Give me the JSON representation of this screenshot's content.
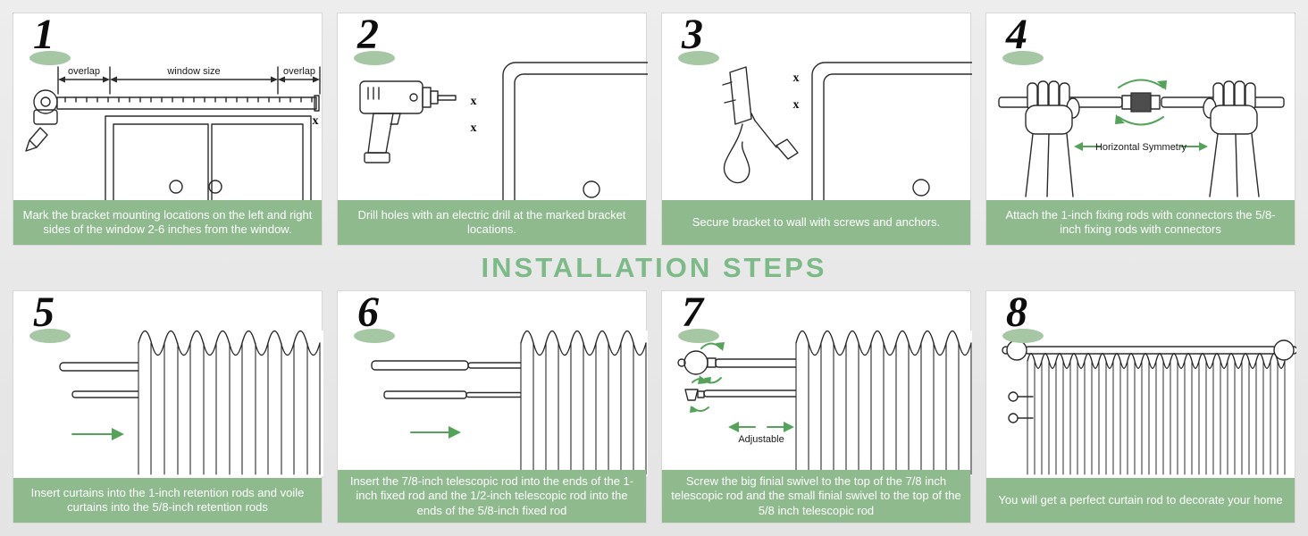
{
  "title": "INSTALLATION STEPS",
  "colors": {
    "caption_bar": "#8eba8e",
    "title_green": "#7cbb87",
    "accent_green": "#55a25a",
    "number_ellipse": "#a5c7a3",
    "background": "#e9e9e9"
  },
  "steps": [
    {
      "number": "1",
      "caption": "Mark the bracket mounting locations on the left and right sides of the window 2-6 inches from the window.",
      "labels": {
        "overlap_left": "overlap",
        "window_size": "window size",
        "overlap_right": "overlap",
        "mark": "x"
      }
    },
    {
      "number": "2",
      "caption": "Drill holes with an electric drill at the marked bracket locations.",
      "labels": {
        "x_top": "x",
        "x_bottom": "x"
      }
    },
    {
      "number": "3",
      "caption": "Secure bracket to wall with screws and anchors.",
      "labels": {
        "x_top": "x",
        "x_bottom": "x"
      }
    },
    {
      "number": "4",
      "caption": "Attach the 1-inch fixing rods with connectors the 5/8-inch fixing rods with connectors",
      "labels": {
        "symmetry": "Horizontal Symmetry"
      }
    },
    {
      "number": "5",
      "caption": "Insert curtains into the 1-inch retention rods and voile curtains into the 5/8-inch retention rods"
    },
    {
      "number": "6",
      "caption": "Insert the 7/8-inch telescopic rod into the ends of the 1-inch fixed rod and the 1/2-inch telescopic rod into the ends of the 5/8-inch fixed rod"
    },
    {
      "number": "7",
      "caption": "Screw the big finial swivel to the top of the 7/8 inch telescopic rod and the small finial swivel to the top of the 5/8 inch telescopic rod",
      "labels": {
        "adjustable": "Adjustable"
      }
    },
    {
      "number": "8",
      "caption": "You will get a perfect curtain rod to decorate your home"
    }
  ]
}
